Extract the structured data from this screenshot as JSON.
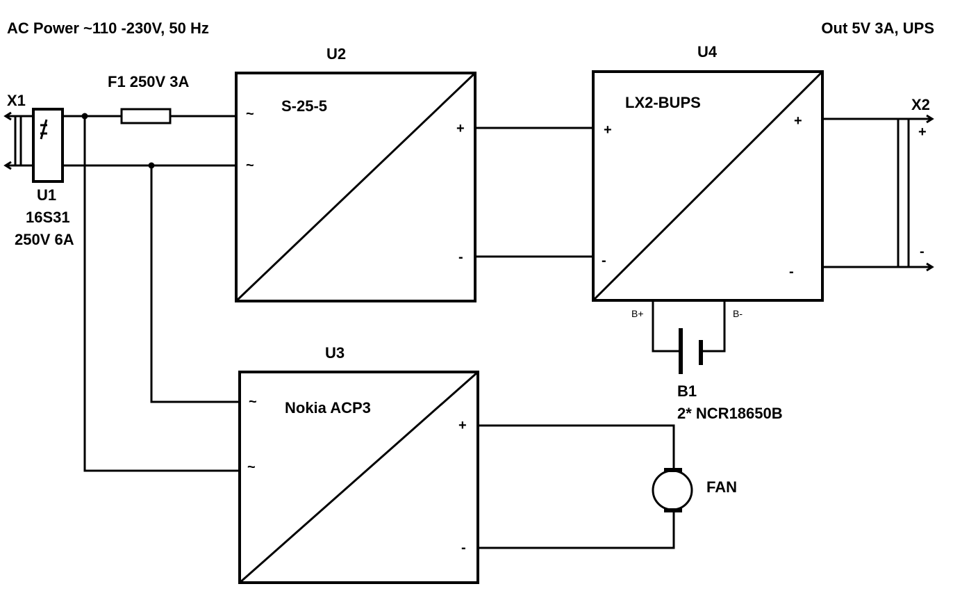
{
  "header": {
    "input_label": "AC Power ~110 -230V, 50 Hz",
    "output_label": "Out 5V 3A, UPS"
  },
  "x1": {
    "ref": "X1"
  },
  "x2": {
    "ref": "X2",
    "plus": "+",
    "minus": "-"
  },
  "u1": {
    "ref": "U1",
    "part": "16S31",
    "rating": "250V 6A"
  },
  "f1": {
    "label": "F1 250V 3A"
  },
  "u2": {
    "ref": "U2",
    "part": "S-25-5",
    "in1": "~",
    "in2": "~",
    "plus": "+",
    "minus": "-"
  },
  "u4": {
    "ref": "U4",
    "part": "LX2-BUPS",
    "in_plus": "+",
    "in_minus": "-",
    "out_plus": "+",
    "out_minus": "-",
    "bplus": "B+",
    "bminus": "B-"
  },
  "b1": {
    "ref": "B1",
    "part": "2* NCR18650B"
  },
  "u3": {
    "ref": "U3",
    "part": "Nokia ACP3",
    "in1": "~",
    "in2": "~",
    "plus": "+",
    "minus": "-"
  },
  "fan": {
    "label": "FAN"
  }
}
